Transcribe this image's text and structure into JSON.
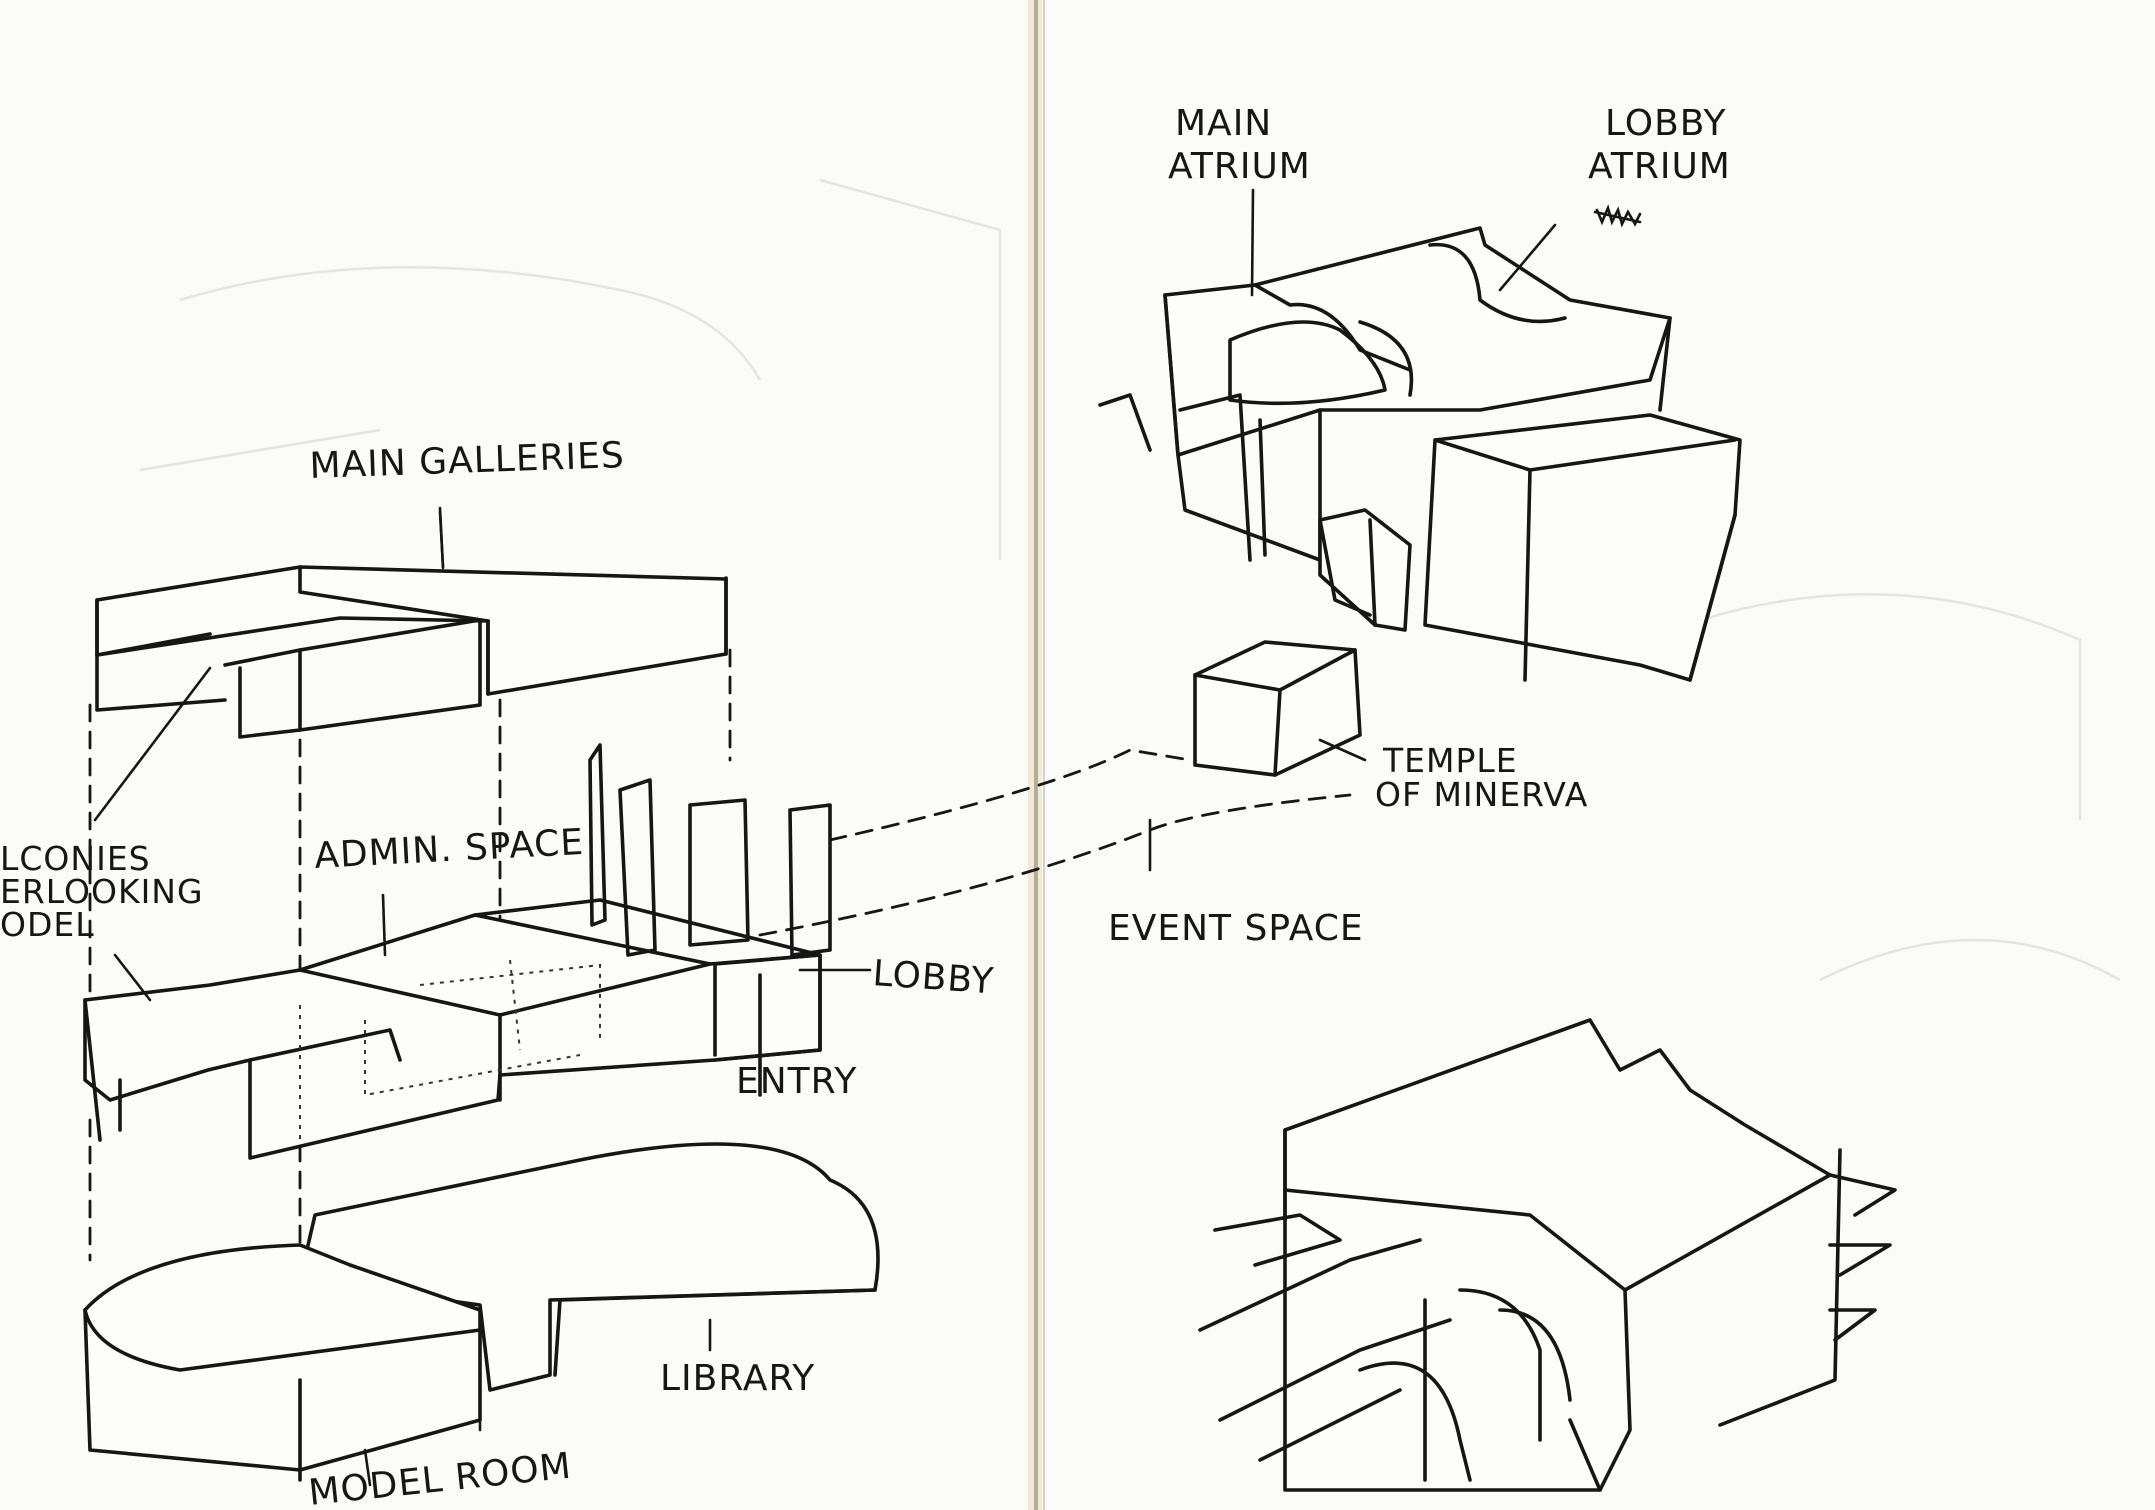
{
  "left_page": {
    "main_galleries": "MAIN GALLERIES",
    "balconies_line1": "LCONIES",
    "balconies_line2": "ERLOOKING",
    "balconies_line3": "ODEL",
    "admin_space": "ADMIN. SPACE",
    "lobby": "LOBBY",
    "entry": "ENTRY",
    "library": "LIBRARY",
    "model_room": "MODEL ROOM"
  },
  "right_page": {
    "main_atrium_line1": "MAIN",
    "main_atrium_line2": "ATRIUM",
    "lobby_atrium_line1": "LOBBY",
    "lobby_atrium_line2": "ATRIUM",
    "temple_line1": "TEMPLE",
    "temple_line2": "OF MINERVA",
    "event_space": "EVENT SPACE"
  },
  "colors": {
    "paper": "#fbfbf9",
    "ink": "#161616",
    "gutter": "#b7ad93"
  }
}
